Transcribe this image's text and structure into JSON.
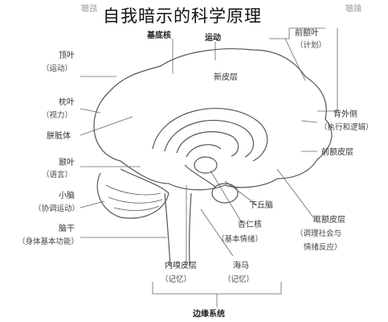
{
  "title": "自我暗示的科学原理",
  "mirrored_header": {
    "left": "后部",
    "right": "前部"
  },
  "labels": {
    "basal_ganglia": "基底核",
    "motor": "运动",
    "frontal_pole": "前额叶",
    "frontal_pole_note": "（计划）",
    "neocortex": "新皮层",
    "parietal": "顶叶",
    "parietal_note": "（运动）",
    "occipital": "枕叶",
    "occipital_note": "（视力）",
    "corpus_callosum": "胼胝体",
    "temporal": "颞叶",
    "temporal_note": "（语言）",
    "cerebellum": "小脑",
    "cerebellum_note": "（协调运动）",
    "brainstem": "脑干",
    "brainstem_note": "（身体基本功能）",
    "dorsolateral": "背外侧",
    "dorsolateral_note": "（执行和逻辑）",
    "prefrontal_cortex": "前额皮层",
    "hypothalamus": "下丘脑",
    "amygdala": "杏仁核",
    "amygdala_note": "（基本情绪）",
    "orbitofrontal": "眶额皮层",
    "orbitofrontal_note1": "（调理社会与",
    "orbitofrontal_note2": "情绪反应）",
    "entorhinal": "内嗅皮层",
    "entorhinal_note": "（记忆）",
    "hippocampus": "海马",
    "hippocampus_note": "（记忆）",
    "limbic_system": "边缘系统"
  },
  "colors": {
    "line": "#555555",
    "text": "#333333"
  }
}
